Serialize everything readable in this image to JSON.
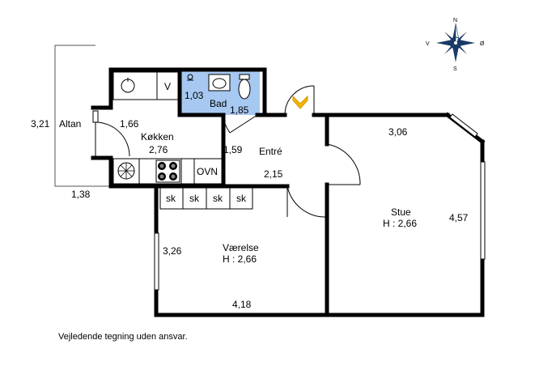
{
  "rooms": {
    "altan": "Altan",
    "kokken": "Køkken",
    "bad": "Bad",
    "entre": "Entré",
    "vaerelse": "Værelse",
    "vaerelse_height": "H : 2,66",
    "stue": "Stue",
    "stue_height": "H : 2,66"
  },
  "fixtures": {
    "v": "V",
    "ovn": "OVN",
    "closets": [
      "sk",
      "sk",
      "sk",
      "sk"
    ]
  },
  "dimensions": {
    "altan_height": "3,21",
    "altan_width": "1,38",
    "kokken_depth": "1,66",
    "kokken_width": "2,76",
    "bad_width": "1,03",
    "bad_depth": "1,85",
    "entre_width": "1,59",
    "entre_depth": "2,15",
    "stue_width": "3,06",
    "stue_depth": "4,57",
    "vaerelse_depth": "3,26",
    "vaerelse_width": "4,18"
  },
  "compass": {
    "n": "N",
    "s": "S",
    "v": "V",
    "o": "Ø"
  },
  "colors": {
    "wall": "#000000",
    "bath_fill": "#a7c8f0",
    "entry_arrow": "#f0b400"
  },
  "disclaimer": "Vejledende tegning uden ansvar."
}
